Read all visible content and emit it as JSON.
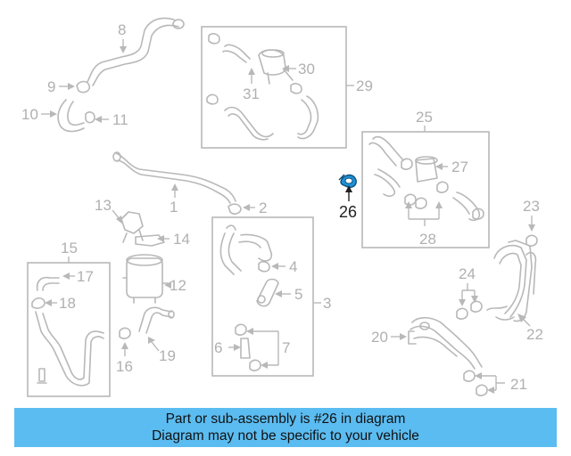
{
  "diagram": {
    "callouts": [
      "1",
      "2",
      "3",
      "4",
      "5",
      "6",
      "7",
      "8",
      "9",
      "10",
      "11",
      "12",
      "13",
      "14",
      "15",
      "16",
      "17",
      "18",
      "19",
      "20",
      "21",
      "22",
      "23",
      "24",
      "25",
      "26",
      "27",
      "28",
      "29",
      "30",
      "31"
    ],
    "highlighted_callout": "26",
    "colors": {
      "part_lines": "#b8b8b8",
      "highlight_part": "#1e90d6",
      "highlight_label": "#222222",
      "banner_bg": "#5bbcf1"
    }
  },
  "banner": {
    "line1": "Part or sub-assembly is #26 in diagram",
    "line2": "Diagram may not be specific to your vehicle"
  }
}
